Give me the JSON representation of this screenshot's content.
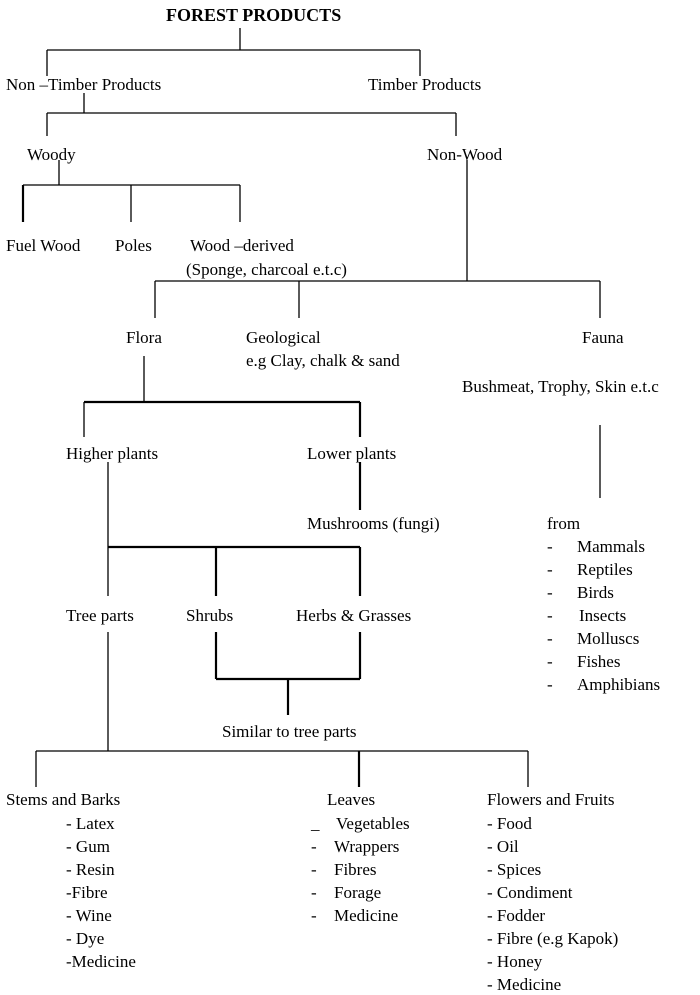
{
  "title": "FOREST PRODUCTS",
  "nodes": {
    "non_timber": "Non –Timber Products",
    "timber": "Timber Products",
    "woody": "Woody",
    "non_wood": "Non-Wood",
    "fuel_wood": "Fuel Wood",
    "poles": "Poles",
    "wood_derived": "Wood –derived",
    "wood_derived_examples": "(Sponge, charcoal e.t.c)",
    "flora": "Flora",
    "geological": "Geological",
    "geological_examples": "e.g Clay, chalk & sand",
    "fauna": "Fauna",
    "fauna_examples": "Bushmeat, Trophy, Skin e.t.c",
    "higher_plants": "Higher plants",
    "lower_plants": "Lower plants",
    "mushrooms": "Mushrooms (fungi)",
    "tree_parts": "Tree parts",
    "shrubs": "Shrubs",
    "herbs_grasses": "Herbs & Grasses",
    "similar": "Similar to tree parts",
    "stems_barks": "Stems and Barks",
    "leaves": "Leaves",
    "flowers_fruits": "Flowers and Fruits"
  },
  "fauna_sources": {
    "heading": "from",
    "items": [
      "Mammals",
      "Reptiles",
      "Birds",
      "Insects",
      "Molluscs",
      "Fishes",
      "Amphibians"
    ]
  },
  "stems_barks_items": [
    "- Latex",
    "- Gum",
    "- Resin",
    "-Fibre",
    "- Wine",
    "- Dye",
    "-Medicine"
  ],
  "leaves_items": [
    {
      "bullet": "_",
      "text": "Vegetables"
    },
    {
      "bullet": "-",
      "text": "Wrappers"
    },
    {
      "bullet": "-",
      "text": "Fibres"
    },
    {
      "bullet": "-",
      "text": "Forage"
    },
    {
      "bullet": "-",
      "text": "Medicine"
    }
  ],
  "flowers_fruits_items": [
    "- Food",
    "- Oil",
    "- Spices",
    "- Condiment",
    "- Fodder",
    "- Fibre (e.g Kapok)",
    "- Honey",
    "- Medicine"
  ]
}
